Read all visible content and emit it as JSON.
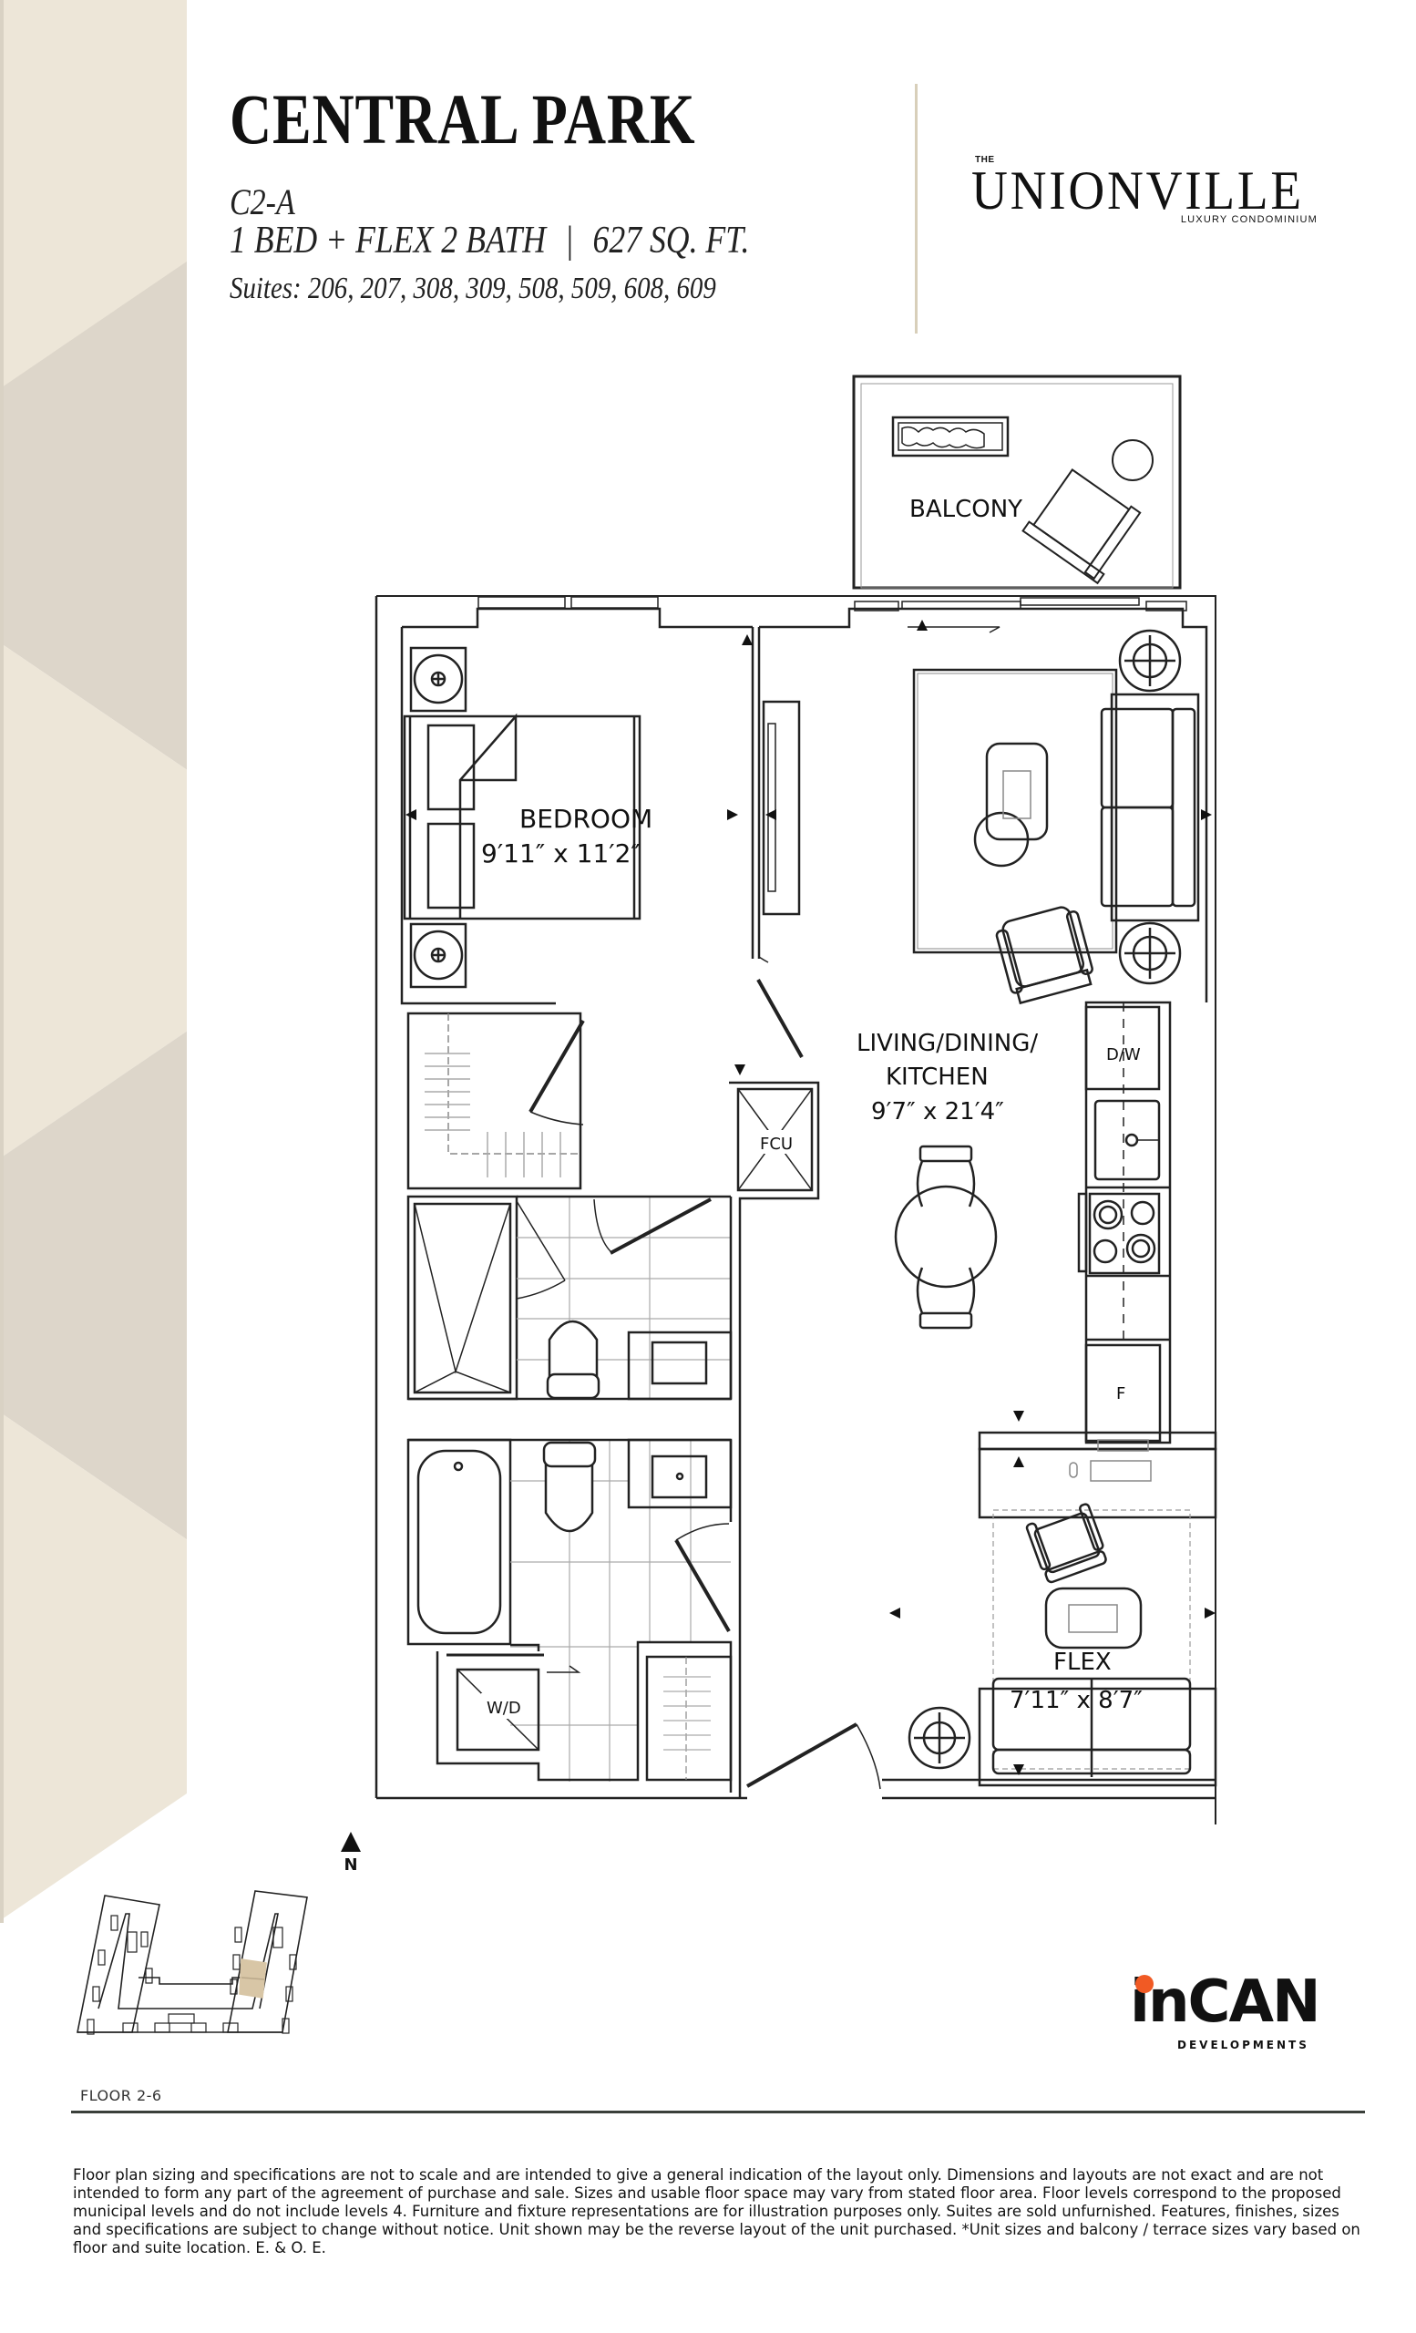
{
  "header": {
    "title": "CENTRAL PARK",
    "model": "C2-A",
    "unit_type": "1 BED + FLEX 2 BATH",
    "separator": "|",
    "area": "627 SQ. FT.",
    "suites": "Suites: 206, 207, 308, 309, 508, 509, 608, 609"
  },
  "brand_logo": {
    "prefix": "THE",
    "name": "UNIONVILLE",
    "tagline": "LUXURY CONDOMINIUM"
  },
  "floor_plan": {
    "rooms": [
      {
        "name": "BALCONY",
        "dimensions": ""
      },
      {
        "name": "BEDROOM",
        "dimensions": "9′11″ x 11′2″"
      },
      {
        "name": "LIVING/DINING/",
        "name_line2": "KITCHEN",
        "dimensions": "9′7″ x 21′4″"
      },
      {
        "name": "FLEX",
        "dimensions": "7′11″ x 8′7″"
      }
    ],
    "fixtures": {
      "fcu": "FCU",
      "dishwasher": "D/W",
      "fridge": "F",
      "washer_dryer": "W/D"
    }
  },
  "compass": {
    "label": "N",
    "icon": "north-arrow-icon"
  },
  "key_plan": {
    "label": "FLOOR 2-6",
    "highlight_color": "#d8c6a6"
  },
  "developer_logo": {
    "name_prefix": "in",
    "name_main": "CAN",
    "sub": "DEVELOPMENTS",
    "accent_color": "#f15a24"
  },
  "disclaimer": "Floor plan sizing and specifications are not to scale and are intended to give a general indication of the layout only. Dimensions and layouts are not exact and are not intended to form any part of the agreement of purchase and sale. Sizes and usable floor space may vary from stated floor area. Floor levels correspond to the proposed municipal levels and do not include levels 4. Furniture and fixture representations are for illustration purposes only. Suites are sold unfurnished. Features, finishes, sizes and specifications are subject to change without notice. Unit shown may be the reverse layout of the unit purchased. *Unit sizes and balcony / terrace sizes vary based on floor and suite location. E. & O. E.",
  "colors": {
    "band_light": "#ede6d8",
    "band_dark": "#ddd6ca",
    "divider": "#d8cfba",
    "line": "#222222"
  }
}
